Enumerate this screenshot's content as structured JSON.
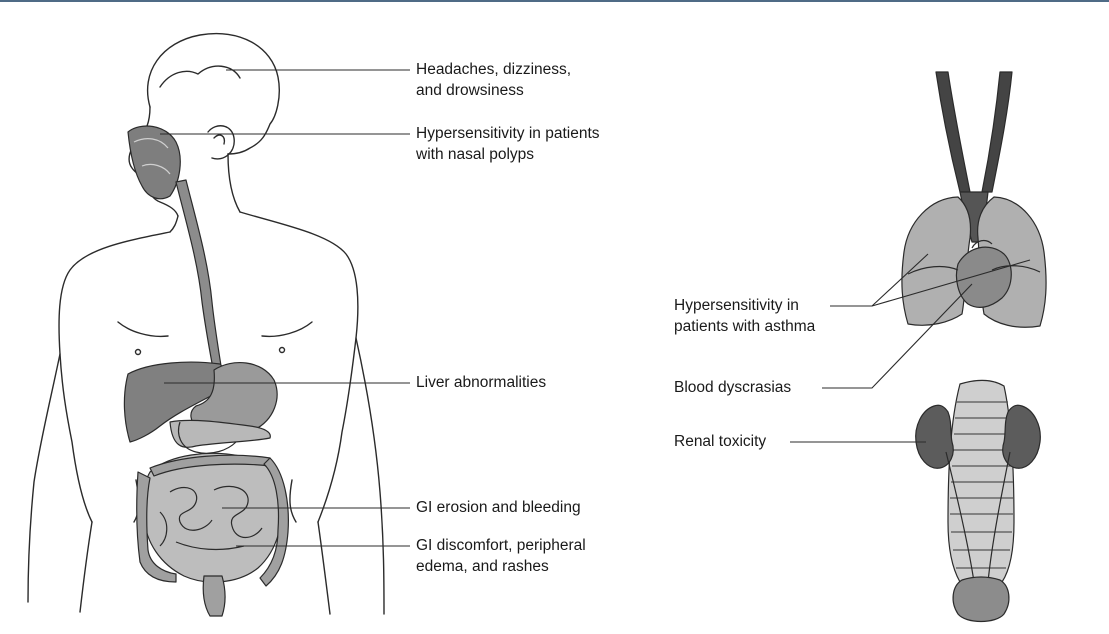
{
  "labels": {
    "headache": {
      "line1": "Headaches, dizziness,",
      "line2": "and drowsiness"
    },
    "nasal": {
      "line1": "Hypersensitivity in patients",
      "line2": "with nasal polyps"
    },
    "liver": {
      "line1": "Liver abnormalities"
    },
    "gi_erosion": {
      "line1": "GI erosion and bleeding"
    },
    "gi_discomfort": {
      "line1": "GI discomfort, peripheral",
      "line2": "edema, and rashes"
    },
    "asthma": {
      "line1": "Hypersensitivity in",
      "line2": "patients with asthma"
    },
    "blood": {
      "line1": "Blood dyscrasias"
    },
    "renal": {
      "line1": "Renal toxicity"
    }
  },
  "colors": {
    "outline": "#2b2b2b",
    "organ_fill": "#8c8c8c",
    "organ_light": "#b8b8b8",
    "organ_dark": "#555555",
    "frame_top": "#4f6b86"
  }
}
